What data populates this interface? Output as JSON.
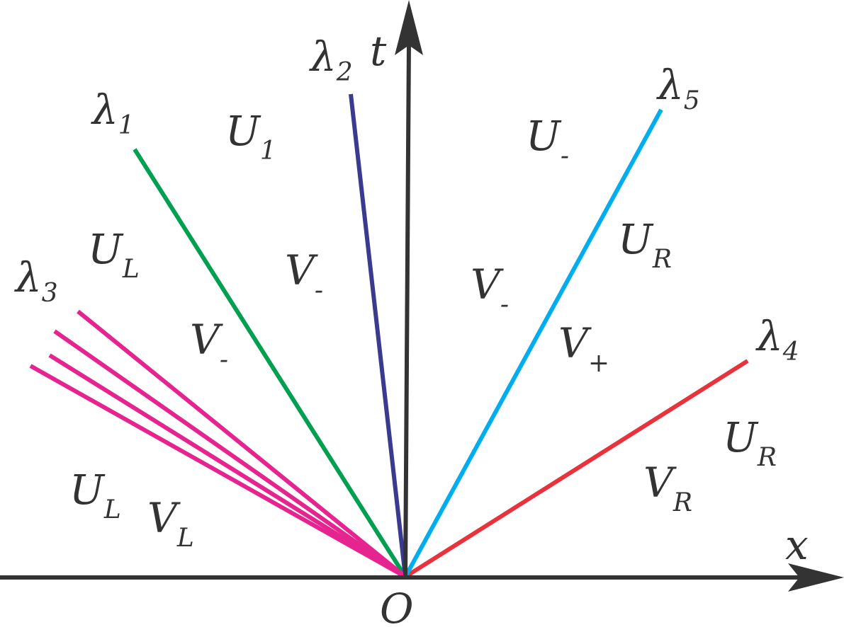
{
  "axes": {
    "x_label": "x",
    "t_label": "t",
    "origin_label": "O",
    "axis_color": "#333333"
  },
  "waves": [
    {
      "name": "lambda-1",
      "symbol": "λ",
      "sub": "1",
      "color": "#00a050"
    },
    {
      "name": "lambda-2",
      "symbol": "λ",
      "sub": "2",
      "color": "#3a3a8f"
    },
    {
      "name": "lambda-3",
      "symbol": "λ",
      "sub": "3",
      "color": "#e6248f"
    },
    {
      "name": "lambda-4",
      "symbol": "λ",
      "sub": "4",
      "color": "#e8323c"
    },
    {
      "name": "lambda-5",
      "symbol": "λ",
      "sub": "5",
      "color": "#00aeef"
    }
  ],
  "regions": [
    {
      "main": "U",
      "sub": "1"
    },
    {
      "main": "U",
      "sub": "-"
    },
    {
      "main": "U",
      "sub": "L"
    },
    {
      "main": "V",
      "sub": "-"
    },
    {
      "main": "V",
      "sub": "-"
    },
    {
      "main": "V",
      "sub": "-"
    },
    {
      "main": "U",
      "sub": "R"
    },
    {
      "main": "V",
      "sub": "+"
    },
    {
      "main": "U",
      "sub": "R"
    },
    {
      "main": "V",
      "sub": "R"
    },
    {
      "main": "U",
      "sub": "L"
    },
    {
      "main": "V",
      "sub": "L"
    }
  ]
}
